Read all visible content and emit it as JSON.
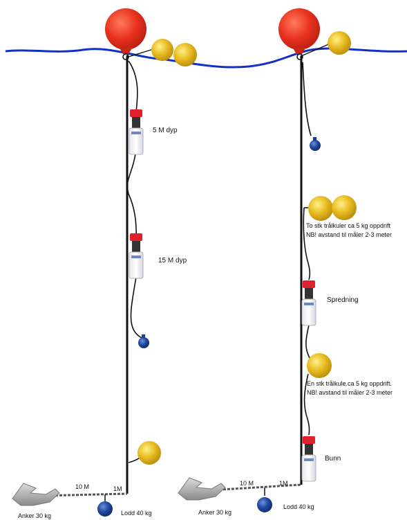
{
  "left_mooring": {
    "sensor_1_label": "5 M dyp",
    "sensor_2_label": "15 M dyp",
    "chain_length_label": "10 M",
    "rope_length_label": "1M",
    "anchor_label": "Anker 30 kg",
    "weight_label": "Lodd 40 kg"
  },
  "right_mooring": {
    "floats_note_line1": "To stk trålkuler ca 5 kg oppdrift",
    "floats_note_line2": "NB! avstand til måler 2-3 meter",
    "sensor_spread_label": "Spredning",
    "float_note_line1": "En stk trålkule.ca 5 kg oppdrift.",
    "float_note_line2": "NB! avstand til måler 2-3 meter",
    "sensor_bottom_label": "Bunn",
    "chain_length_label": "10 M",
    "rope_length_label": "1M",
    "anchor_label": "Anker 30 kg",
    "weight_label": "Lodd 40 kg"
  },
  "colors": {
    "water_line": "#1030c8",
    "main_buoy": "#e8321e",
    "trawl_float": "#e3b51c",
    "sinker": "#1f4aa0",
    "line": "#111111",
    "anchor": "#a8a8a8"
  }
}
